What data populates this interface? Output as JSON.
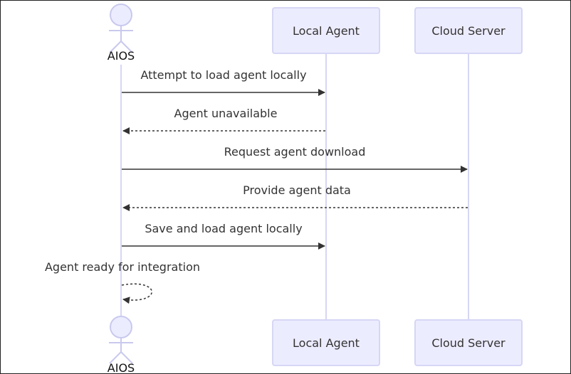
{
  "diagram": {
    "participants": [
      {
        "id": "aios",
        "label": "AIOS",
        "kind": "actor"
      },
      {
        "id": "local",
        "label": "Local Agent",
        "kind": "box"
      },
      {
        "id": "cloud",
        "label": "Cloud Server",
        "kind": "box"
      }
    ],
    "messages": [
      {
        "from": "aios",
        "to": "local",
        "label": "Attempt to load agent locally",
        "style": "solid"
      },
      {
        "from": "local",
        "to": "aios",
        "label": "Agent unavailable",
        "style": "dotted"
      },
      {
        "from": "aios",
        "to": "cloud",
        "label": "Request agent download",
        "style": "solid"
      },
      {
        "from": "cloud",
        "to": "aios",
        "label": "Provide agent data",
        "style": "dotted"
      },
      {
        "from": "aios",
        "to": "local",
        "label": "Save and load agent locally",
        "style": "solid"
      },
      {
        "from": "aios",
        "to": "aios",
        "label": "Agent ready for integration",
        "style": "dotted"
      }
    ],
    "colors": {
      "box_fill": "#ECECFF",
      "box_stroke": "#D6D6F5",
      "lifeline": "#D6D6F5",
      "arrow": "#333333",
      "text": "#333333"
    }
  }
}
